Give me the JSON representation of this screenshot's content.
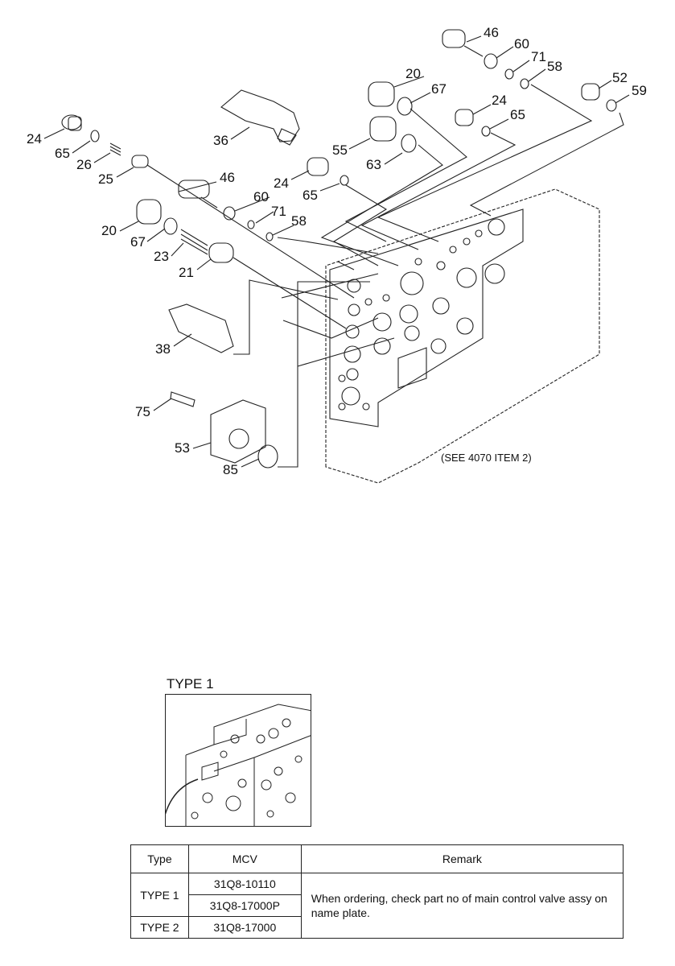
{
  "diagram": {
    "callouts": {
      "c24a": "24",
      "c65a": "65",
      "c26": "26",
      "c25": "25",
      "c36": "36",
      "c46a": "46",
      "c60a": "60",
      "c71a": "71",
      "c58a": "58",
      "c24b": "24",
      "c65b": "65",
      "c20a": "20",
      "c67a": "67",
      "c23": "23",
      "c21": "21",
      "c38": "38",
      "c75": "75",
      "c53": "53",
      "c85": "85",
      "c46b": "46",
      "c60b": "60",
      "c71b": "71",
      "c58b": "58",
      "c20b": "20",
      "c67b": "67",
      "c24c": "24",
      "c65c": "65",
      "c55": "55",
      "c63": "63",
      "c52": "52",
      "c59": "59"
    },
    "see_note": "(SEE 4070 ITEM 2)"
  },
  "type_box": {
    "title": "TYPE 1"
  },
  "table": {
    "headers": [
      "Type",
      "MCV",
      "Remark"
    ],
    "type1_label": "TYPE 1",
    "type2_label": "TYPE 2",
    "mcv_1": "31Q8-10110",
    "mcv_2": "31Q8-17000P",
    "mcv_3": "31Q8-17000",
    "remark": "When ordering, check part no of main control valve assy on name plate."
  }
}
